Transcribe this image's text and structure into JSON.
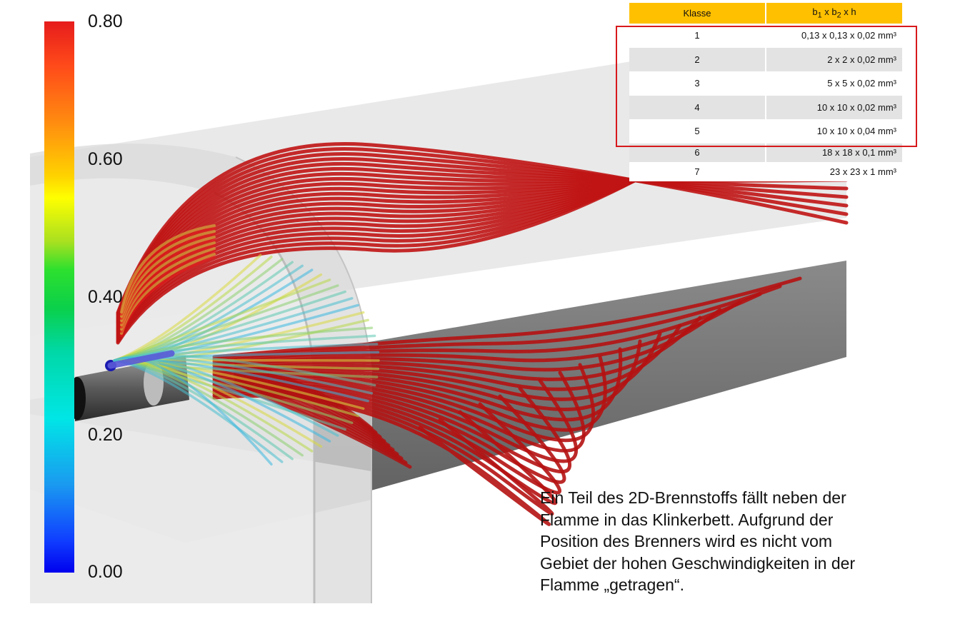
{
  "colorbar": {
    "labels": [
      "0.80",
      "0.60",
      "0.40",
      "0.20",
      "0.00"
    ],
    "colors": [
      "#e61c1c",
      "#ffd200",
      "#2ee02e",
      "#00e6e6",
      "#0000ee"
    ]
  },
  "table": {
    "header": {
      "klasse": "Klasse",
      "dims_b1": "b",
      "dims_sub1": "1",
      "dims_x1": " x b",
      "dims_sub2": "2",
      "dims_x2": " x h"
    },
    "rows": [
      {
        "klasse": "1",
        "dims": "0,13 x 0,13 x 0,02 mm³"
      },
      {
        "klasse": "2",
        "dims": "2 x 2 x 0,02 mm³"
      },
      {
        "klasse": "3",
        "dims": "5 x 5 x 0,02 mm³"
      },
      {
        "klasse": "4",
        "dims": "10 x 10 x 0,02 mm³"
      },
      {
        "klasse": "5",
        "dims": "10 x 10 x 0,04 mm³"
      },
      {
        "klasse": "6",
        "dims": "18 x 18 x 0,1 mm³"
      },
      {
        "klasse": "7",
        "dims": "23 x 23 x 1 mm³"
      }
    ],
    "header_color": "#ffc000",
    "highlight_color": "#d7191c"
  },
  "caption": {
    "lines": [
      "Ein Teil des 2D-Brennstoffs fällt neben der",
      "Flamme in das Klinkerbett. Aufgrund der",
      "Position des Brenners wird es nicht vom",
      "Gebiet der hohen Geschwindigkeiten in der",
      "Flamme „getragen“."
    ]
  }
}
